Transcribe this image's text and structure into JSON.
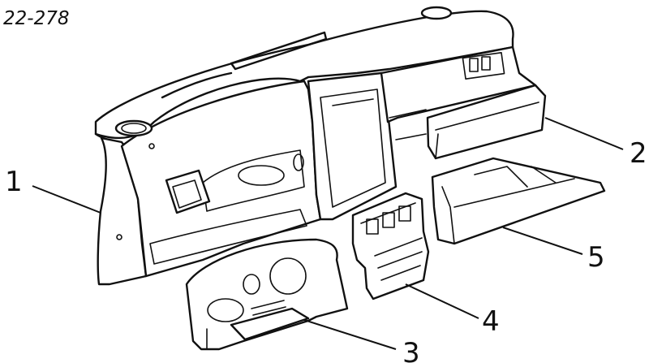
{
  "figure_code": "22-278",
  "callouts": [
    {
      "id": "1",
      "label": "1"
    },
    {
      "id": "2",
      "label": "2"
    },
    {
      "id": "3",
      "label": "3"
    },
    {
      "id": "4",
      "label": "4"
    },
    {
      "id": "5",
      "label": "5"
    }
  ]
}
